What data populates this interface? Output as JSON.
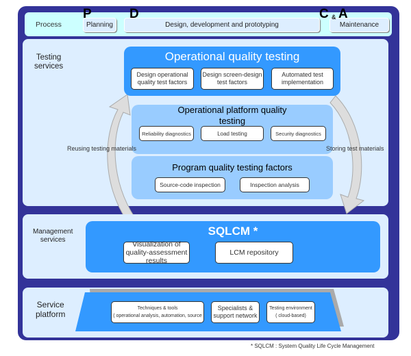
{
  "process": {
    "label": "Process",
    "phases": {
      "p": "P",
      "d": "D",
      "c": "C",
      "amp": "&",
      "a": "A"
    },
    "planning": "Planning",
    "design": "Design, development and prototyping",
    "maintenance": "Maintenance"
  },
  "testing": {
    "label_line1": "Testing",
    "label_line2": "services",
    "operational": {
      "title": "Operational quality testing",
      "items": [
        "Design operational quality test factors",
        "Design screen-design test factors",
        "Automated test implementation"
      ]
    },
    "platform": {
      "title": "Operational platform quality testing",
      "items": [
        "Reliability diagnostics",
        "Load testing",
        "Security diagnostics"
      ]
    },
    "program": {
      "title": "Program quality testing factors",
      "items": [
        "Source-code inspection",
        "Inspection analysis"
      ]
    },
    "reusing": "Reusing testing materials",
    "storing": "Storing test materials"
  },
  "management": {
    "label_line1": "Management",
    "label_line2": "services",
    "title": "SQLCM *",
    "items": [
      "Visualization of quality-assessment results",
      "LCM repository"
    ]
  },
  "platform": {
    "label_line1": "Service",
    "label_line2": "platform",
    "items": [
      {
        "line1": "Techniques & tools",
        "line2": "( operational analysis, automation, source"
      },
      {
        "line1": "Specialists &",
        "line2": "support network"
      },
      {
        "line1": "Testing environment",
        "line2": "( cloud-based)"
      }
    ]
  },
  "footnote": "*  SQLCM : System Quality Life Cycle Management",
  "colors": {
    "frame": "#333399",
    "process": "#ccffff",
    "panel": "#ddeeff",
    "blue": "#3399ff",
    "lightblue": "#99ccff"
  }
}
